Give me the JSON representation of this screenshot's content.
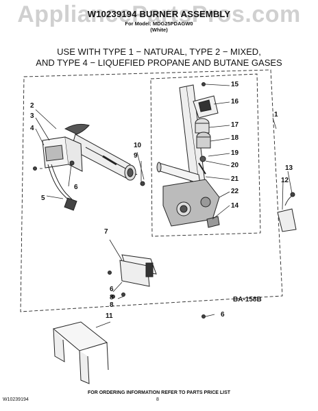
{
  "watermark": "AppliancePartsPros.com",
  "header": {
    "title": "W10239194 BURNER ASSEMBLY",
    "model_line": "For Model: MDG25PDAGW0",
    "color_line": "(White)"
  },
  "usage": {
    "line1": "USE WITH TYPE 1 − NATURAL, TYPE 2 − MIXED,",
    "line2": "AND TYPE 4 − LIQUEFIED PROPANE AND BUTANE GASES"
  },
  "callouts": [
    "1",
    "2",
    "3",
    "4",
    "5",
    "6",
    "6",
    "6",
    "7",
    "8",
    "8",
    "9",
    "10",
    "11",
    "12",
    "13",
    "14",
    "15",
    "16",
    "17",
    "18",
    "19",
    "20",
    "21",
    "22"
  ],
  "figure_code": "BA-158B",
  "footer": {
    "left": "W10239194",
    "center": "FOR ORDERING INFORMATION REFER TO PARTS PRICE LIST",
    "page": "8"
  }
}
